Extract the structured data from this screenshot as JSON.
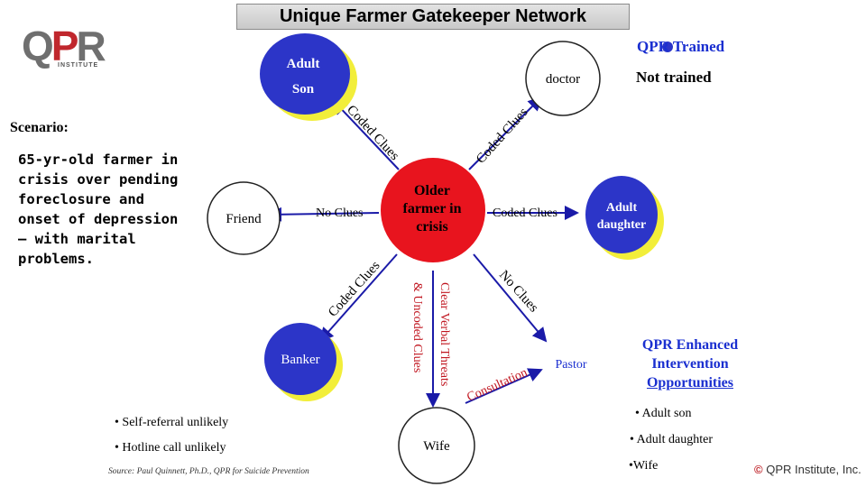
{
  "title": "Unique Farmer Gatekeeper Network",
  "logo": {
    "text_qpr": "QPR",
    "text_institute": "INSTITUTE"
  },
  "scenario": {
    "label": "Scenario:",
    "text": "65-yr-old farmer in crisis over pending foreclosure and onset of depression – with marital problems."
  },
  "legend": {
    "trained": "QPR Trained",
    "untrained": "Not trained"
  },
  "nodes": {
    "center": "Older farmer in crisis",
    "adult": "Adult",
    "son": "Son",
    "doctor": "doctor",
    "friend": "Friend",
    "adult_daughter": "Adult daughter",
    "banker": "Banker",
    "wife": "Wife",
    "pastor": "Pastor"
  },
  "edges": {
    "coded_clues": "Coded Clues",
    "no_clues": "No Clues",
    "clear_verbal": "Clear Verbal Threats",
    "uncoded_clues": "& Uncoded Clues",
    "consultation": "Consultation"
  },
  "enhanced": {
    "heading_line1": "QPR Enhanced",
    "heading_line2": "Intervention",
    "heading_line3": "Opportunities",
    "items": [
      "• Adult son",
      "• Adult daughter",
      "•Wife"
    ]
  },
  "bullets": [
    "• Self-referral unlikely",
    "• Hotline call unlikely"
  ],
  "source": "Source:  Paul Quinnett, Ph.D., QPR for Suicide Prevention",
  "copyright": {
    "symbol": "©",
    "owner": "QPR Institute, Inc."
  },
  "colors": {
    "trained_fill": "#2c35c8",
    "crisis_fill": "#e8141e",
    "shadow": "#f2ee3a",
    "arrow": "#1a1aa8",
    "text_blue": "#1a2fd0"
  }
}
